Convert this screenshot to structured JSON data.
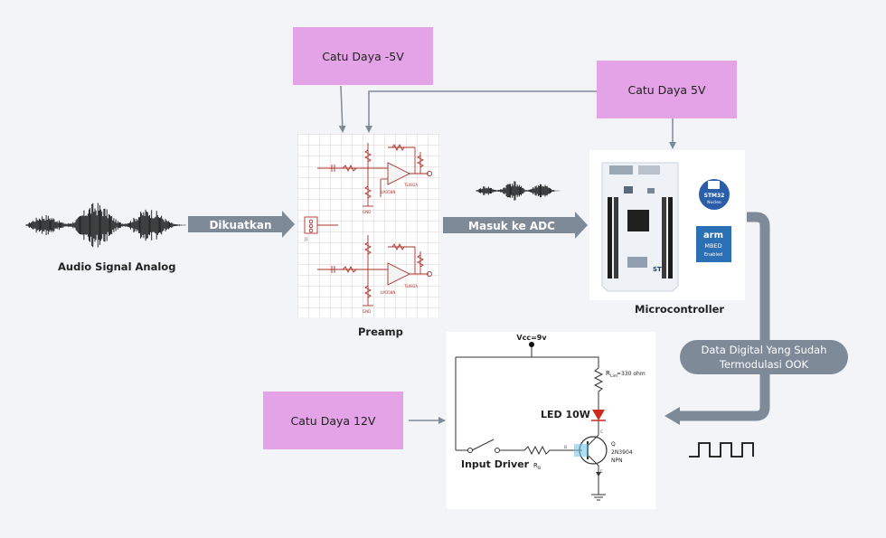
{
  "psu": {
    "minus5v": "Catu Daya -5V",
    "plus5v": "Catu Daya 5V",
    "plus12v": "Catu Daya 12V"
  },
  "labels": {
    "audio": "Audio Signal Analog",
    "preamp": "Preamp",
    "micro": "Microcontroller"
  },
  "arrows": {
    "amplified": "Dikuatkan",
    "to_adc": "Masuk ke ADC",
    "digital_line1": "Data Digital Yang Sudah",
    "digital_line2": "Termodulasi OOK"
  },
  "driver": {
    "vcc": "Vcc=9v",
    "r_lim": "R",
    "r_lim_sub": "Lim",
    "r_lim_val": "=330 ohm",
    "led": "LED 10W",
    "q": "Q",
    "q_part": "2N3904",
    "q_type": "NPN",
    "input": "Input Driver",
    "rb": "R",
    "rb_sub": "B",
    "pin_c": "C",
    "pin_b": "B",
    "pin_e": "E"
  },
  "board": {
    "stm32": "STM32",
    "nucleo": "Nucleo",
    "arm": "arm",
    "mbed": "MBED",
    "enabled": "Enabled"
  },
  "preamp_marks": {
    "opamp_top": "LM358N",
    "opamp_bot": "LM358N",
    "u1a": "TL081A",
    "u1b": "TL081A",
    "gnd1": "GND",
    "gnd2": "GND",
    "j1": "J1"
  },
  "colors": {
    "psu": "#e3a3e6",
    "arrow_fill": "#7e8a98",
    "pill": "#7e8a98",
    "led": "#cc2b1f"
  }
}
